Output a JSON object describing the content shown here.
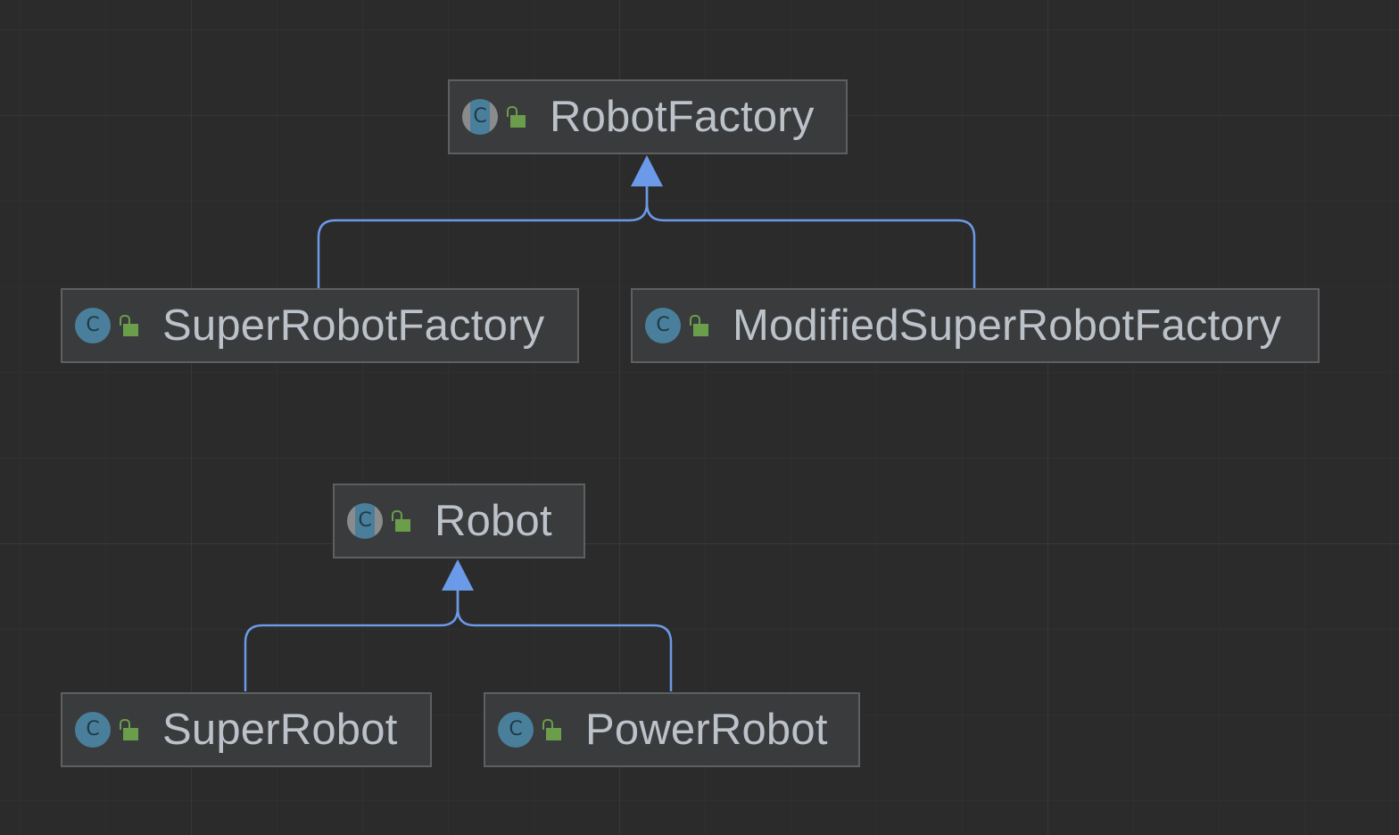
{
  "diagram": {
    "type": "class-hierarchy",
    "nodes": [
      {
        "id": "robot-factory",
        "label": "RobotFactory",
        "kind": "abstract-class",
        "visibility": "public"
      },
      {
        "id": "super-robot-factory",
        "label": "SuperRobotFactory",
        "kind": "class",
        "visibility": "public"
      },
      {
        "id": "modified-super-robot-factory",
        "label": "ModifiedSuperRobotFactory",
        "kind": "class",
        "visibility": "public"
      },
      {
        "id": "robot",
        "label": "Robot",
        "kind": "abstract-class",
        "visibility": "public"
      },
      {
        "id": "super-robot",
        "label": "SuperRobot",
        "kind": "class",
        "visibility": "public"
      },
      {
        "id": "power-robot",
        "label": "PowerRobot",
        "kind": "class",
        "visibility": "public"
      }
    ],
    "edges": [
      {
        "from": "super-robot-factory",
        "to": "robot-factory",
        "type": "extends"
      },
      {
        "from": "modified-super-robot-factory",
        "to": "robot-factory",
        "type": "extends"
      },
      {
        "from": "super-robot",
        "to": "robot",
        "type": "extends"
      },
      {
        "from": "power-robot",
        "to": "robot",
        "type": "extends"
      }
    ]
  },
  "icons": {
    "class": "class-icon",
    "abstract_class": "abstract-class-icon",
    "public_visibility": "unlocked-padlock-icon"
  },
  "colors": {
    "background": "#2b2b2b",
    "node_fill": "#3a3b3d",
    "node_border": "#5e5f61",
    "label_text": "#bcc2c9",
    "edge": "#6b9ae8",
    "class_icon": "#4a7f9b",
    "visibility_icon": "#6a9e4a"
  }
}
